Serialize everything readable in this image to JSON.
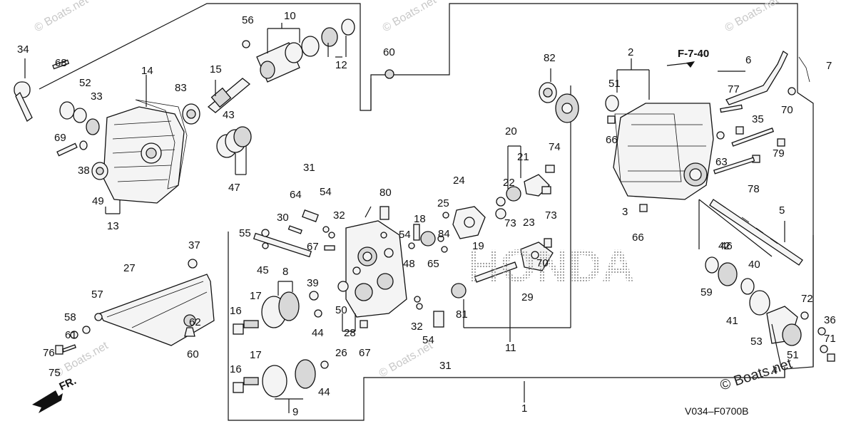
{
  "diagram": {
    "drawing_code": "V034–F0700B",
    "reference": "F-7-40",
    "brand": "HONDA",
    "copyright": "© Boats.net",
    "watermark": "© Boats.net",
    "direction": "FR.",
    "callouts": [
      "1",
      "2",
      "3",
      "4",
      "5",
      "6",
      "7",
      "8",
      "9",
      "10",
      "11",
      "12",
      "13",
      "14",
      "15",
      "16",
      "17",
      "18",
      "19",
      "20",
      "21",
      "22",
      "23",
      "24",
      "25",
      "26",
      "27",
      "28",
      "29",
      "30",
      "31",
      "32",
      "33",
      "34",
      "35",
      "36",
      "37",
      "38",
      "39",
      "40",
      "41",
      "42",
      "43",
      "44",
      "45",
      "46",
      "47",
      "48",
      "49",
      "50",
      "51",
      "52",
      "53",
      "54",
      "55",
      "56",
      "57",
      "58",
      "59",
      "60",
      "61",
      "62",
      "63",
      "64",
      "65",
      "66",
      "67",
      "68",
      "69",
      "70",
      "71",
      "72",
      "73",
      "74",
      "75",
      "76",
      "77",
      "78",
      "79",
      "80",
      "81",
      "82",
      "83",
      "84"
    ]
  }
}
